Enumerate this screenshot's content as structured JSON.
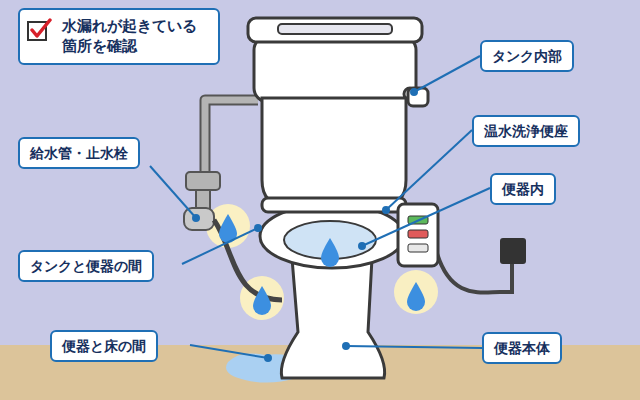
{
  "diagram": {
    "nodes": [
      {
        "text": [
          "水漏れが起きている 箇所を確認"
        ]
      },
      {
        "text": [
          "タンク内部"
        ]
      },
      {
        "text": [
          "給水管・止水栓"
        ]
      },
      {
        "text": [
          "温水洗浄便座"
        ]
      },
      {
        "text": [
          "便器内"
        ]
      },
      {
        "text": [
          "タンクと便器の間"
        ]
      },
      {
        "text": [
          "便器と床の間"
        ]
      },
      {
        "text": [
          "便器本体"
        ]
      }
    ]
  }
}
